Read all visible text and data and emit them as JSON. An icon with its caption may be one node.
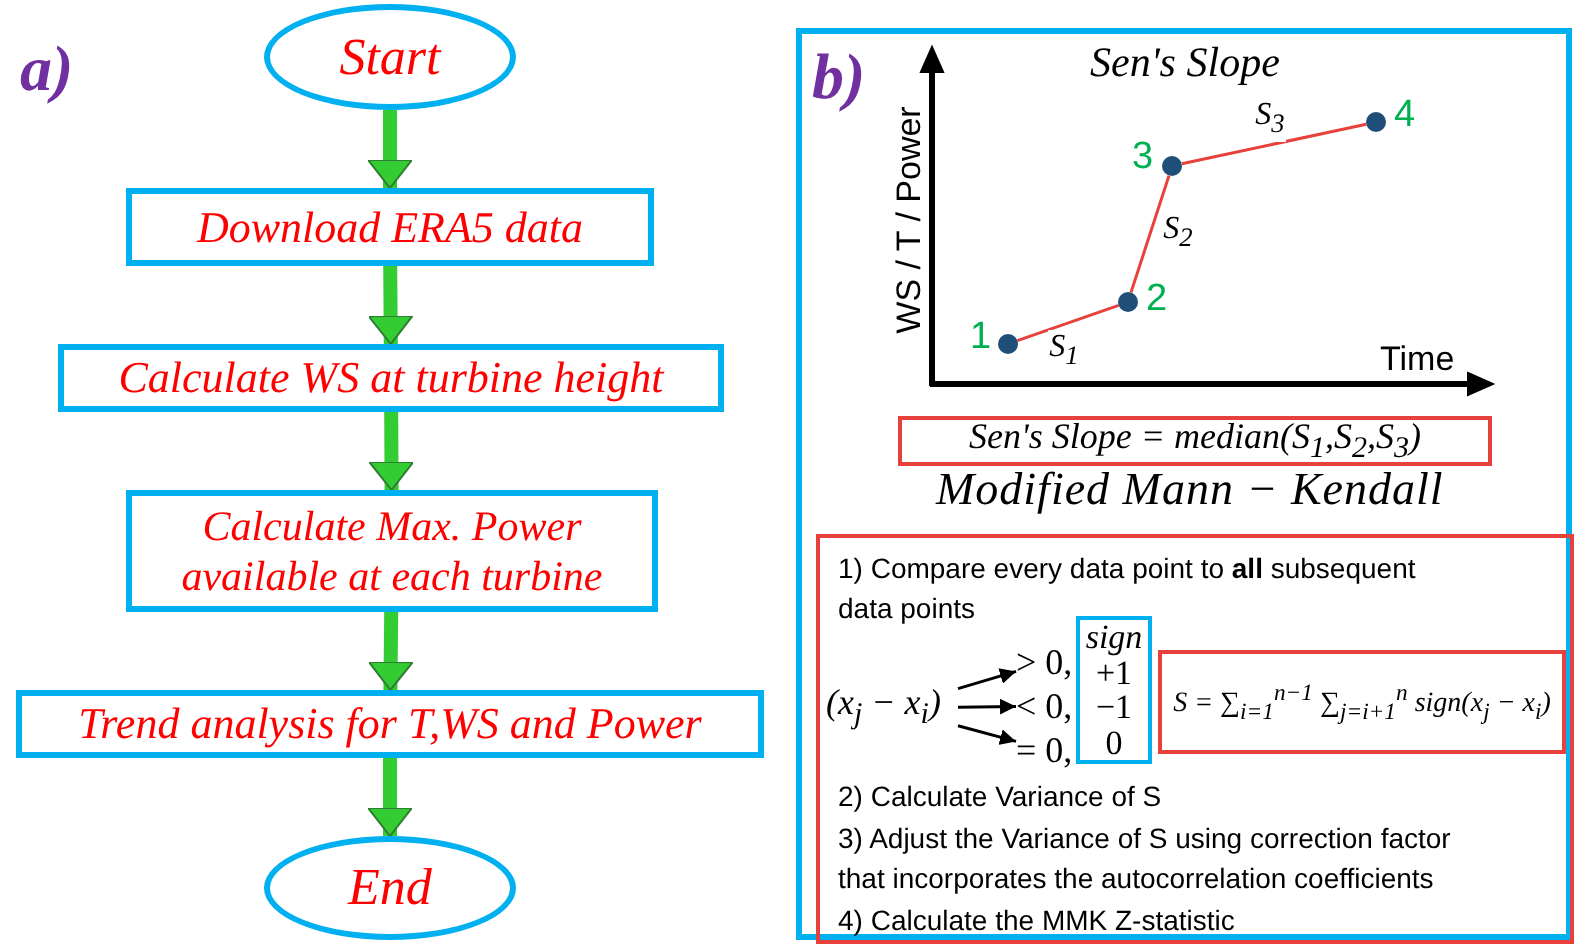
{
  "diagram": {
    "nodes": [
      {
        "text": [
          "Start"
        ]
      },
      {
        "text": [
          "Download ERA5 data"
        ]
      },
      {
        "text": [
          "Calculate WS at turbine height"
        ]
      },
      {
        "text": [
          "Calculate Max. Power available at each turbine"
        ]
      },
      {
        "text": [
          "Trend analysis for T,WS and Power"
        ]
      },
      {
        "text": [
          "End"
        ]
      },
      {
        "text": [],
        "shape": "box"
      },
      {
        "text": [],
        "shape": "circle",
        "in": 6,
        "beside": [
          "1"
        ]
      },
      {
        "text": [],
        "shape": "circle",
        "in": 6,
        "beside": [
          "2"
        ]
      },
      {
        "text": [],
        "shape": "circle",
        "in": 6,
        "beside": [
          "3"
        ]
      },
      {
        "text": [],
        "shape": "circle",
        "in": 6,
        "beside": [
          "4"
        ]
      },
      {
        "text": [
          "Sen's Slope = median(S$_{1}$,S$_{2}$,S$_{3}$)"
        ],
        "in": 6
      },
      {
        "text": [
          "1) Compare every data point to **all** subsequent data points",
          "2) Calculate Variance of S",
          "3) Adjust the Variance of S using correction factor that incorporates the autocorrelation coefficients",
          "4) Calculate the MMK Z-statistic"
        ],
        "in": 6
      },
      {
        "text": [
          "(x$_{j}$ − x$_{i}$)"
        ],
        "in": 12
      },
      {
        "text": [
          "> 0,"
        ],
        "in": 12
      },
      {
        "text": [
          "< 0,"
        ],
        "in": 12
      },
      {
        "text": [
          "= 0,"
        ],
        "in": 12
      },
      {
        "text": [
          "sign",
          "+1",
          "−1",
          "0"
        ],
        "in": 12
      },
      {
        "text": [
          "S = ∑$_{i=1}$$^{n−1}$ ∑$_{j=i+1}$$^{n}$ sign(x$_{j}$ − x$_{i}$)"
        ],
        "in": 12
      }
    ],
    "edges": [
      {
        "from": 0,
        "to": 1,
        "arrow": "to",
        "style": "thick"
      },
      {
        "from": 1,
        "to": 2,
        "arrow": "to",
        "style": "thick"
      },
      {
        "from": 2,
        "to": 3,
        "arrow": "to",
        "style": "thick"
      },
      {
        "from": 3,
        "to": 4,
        "arrow": "to",
        "style": "thick"
      },
      {
        "from": 4,
        "to": 5,
        "arrow": "to",
        "style": "thick"
      },
      {
        "from": 7,
        "to": 8,
        "arrow": "none",
        "label": "S$_{1}$",
        "color": "#e8403a"
      },
      {
        "from": 8,
        "to": 9,
        "arrow": "none",
        "label": "S$_{2}$",
        "color": "#e8403a"
      },
      {
        "from": 9,
        "to": 10,
        "arrow": "none",
        "label": "S$_{3}$",
        "color": "#e8403a"
      },
      {
        "from": 13,
        "to": 14,
        "arrow": "to",
        "color": "#000000"
      },
      {
        "from": 13,
        "to": 15,
        "arrow": "to",
        "color": "#000000"
      },
      {
        "from": 13,
        "to": 16,
        "arrow": "to",
        "color": "#000000"
      }
    ],
    "labels": [
      "a)",
      "b)",
      "Sen's Slope",
      "WS / T / Power",
      "Time",
      "Modified Mann − Kendall"
    ]
  }
}
